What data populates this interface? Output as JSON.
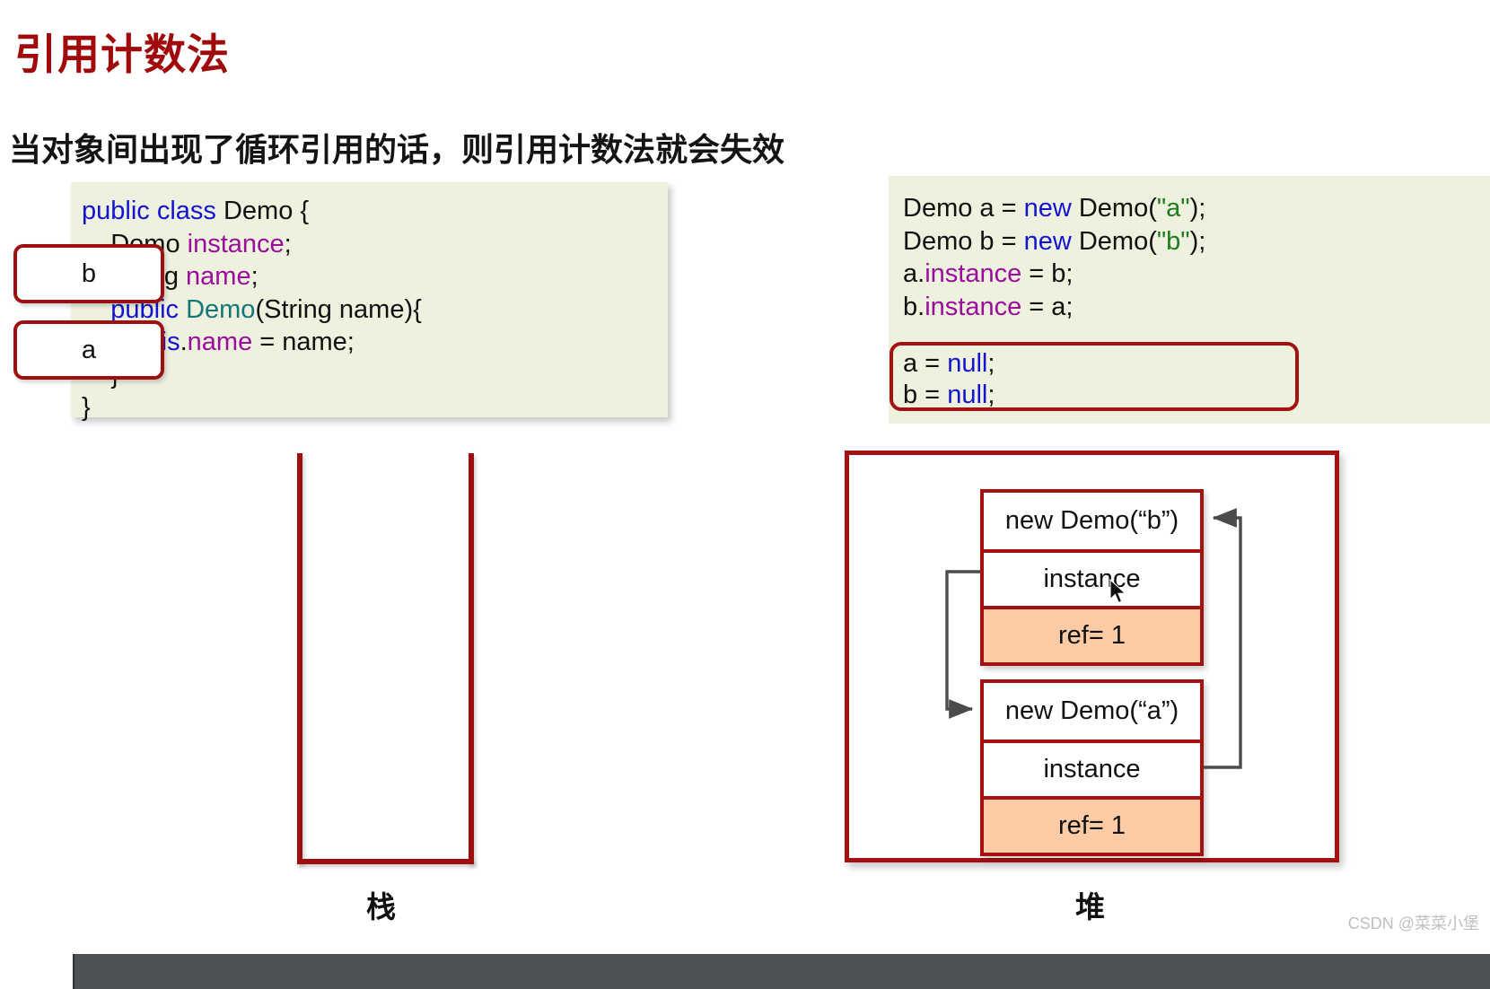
{
  "slide": {
    "title": "引用计数法",
    "subtitle": "当对象间出现了循环引用的话，则引用计数法就会失效",
    "title_color": "#A10A0A",
    "accent_red": "#A41111",
    "code_bg": "#EDF1DE",
    "ref_row_bg": "#FBCBA6"
  },
  "code_left": {
    "lines": [
      "public class Demo {",
      "    Demo instance;",
      "    String name;",
      "    public Demo(String name){",
      "        this.name = name;",
      "    }",
      "}"
    ]
  },
  "code_right": {
    "lines": [
      "Demo a = new Demo(\"a\");",
      "Demo b = new Demo(\"b\");",
      "a.instance = b;",
      "b.instance = a;"
    ],
    "highlighted_lines": [
      "a = null;",
      "b = null;"
    ]
  },
  "stack": {
    "label": "栈",
    "frames": [
      {
        "name": "b"
      },
      {
        "name": "a"
      }
    ]
  },
  "heap": {
    "label": "堆",
    "objects": [
      {
        "title": "new Demo(“b”)",
        "field": "instance",
        "ref": "ref= 1"
      },
      {
        "title": "new Demo(“a”)",
        "field": "instance",
        "ref": "ref= 1"
      }
    ]
  },
  "watermark": {
    "text": "CSDN @菜菜小堡"
  }
}
